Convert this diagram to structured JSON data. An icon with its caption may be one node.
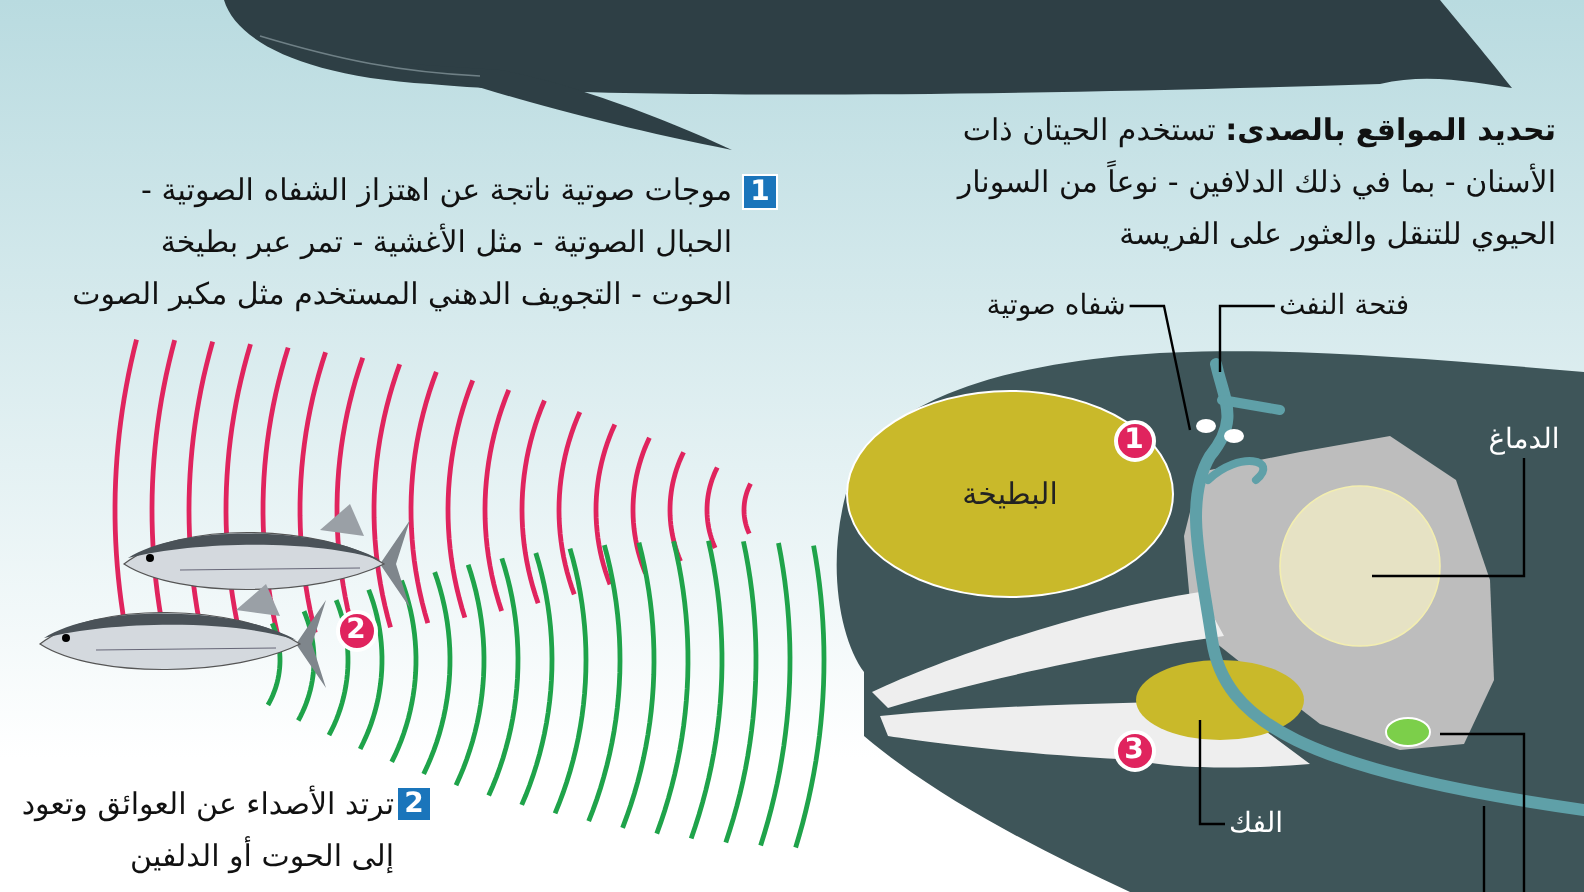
{
  "diagram": {
    "nodes": [
      {
        "text": [
          "فتحة النفث"
        ]
      },
      {
        "text": [
          "شفاه صوتية"
        ]
      },
      {
        "text": [
          "البطيخة"
        ]
      },
      {
        "text": [
          "الدماغ"
        ]
      },
      {
        "text": [
          "الفك"
        ]
      },
      {
        "text": [],
        "shape": "picture"
      }
    ],
    "edges": [
      {
        "from": 0,
        "to": null,
        "arrow": "none"
      },
      {
        "from": 1,
        "to": 5,
        "arrow": "none"
      },
      {
        "from": 3,
        "to": null,
        "arrow": "none"
      },
      {
        "from": 4,
        "to": null,
        "arrow": "none"
      }
    ],
    "labels": [
      "**تحديد المواقع بالصدى:** تستخدم الحيتان ذات الأسنان - بما في ذلك الدلافين - نوعاً من السونار الحيوي للتنقل والعثور على الفريسة",
      "1",
      "موجات صوتية ناتجة عن اهتزاز الشفاه الصوتية - الحبال الصوتية - مثل الأغشية - تمر عبر بطيخة الحوت - التجويف الدهني المستخدم مثل مكبر الصوت",
      "1",
      "2",
      "3",
      "2",
      "ترتد الأصداء عن العوائق وتعود إلى الحوت أو الدلفين"
    ]
  }
}
